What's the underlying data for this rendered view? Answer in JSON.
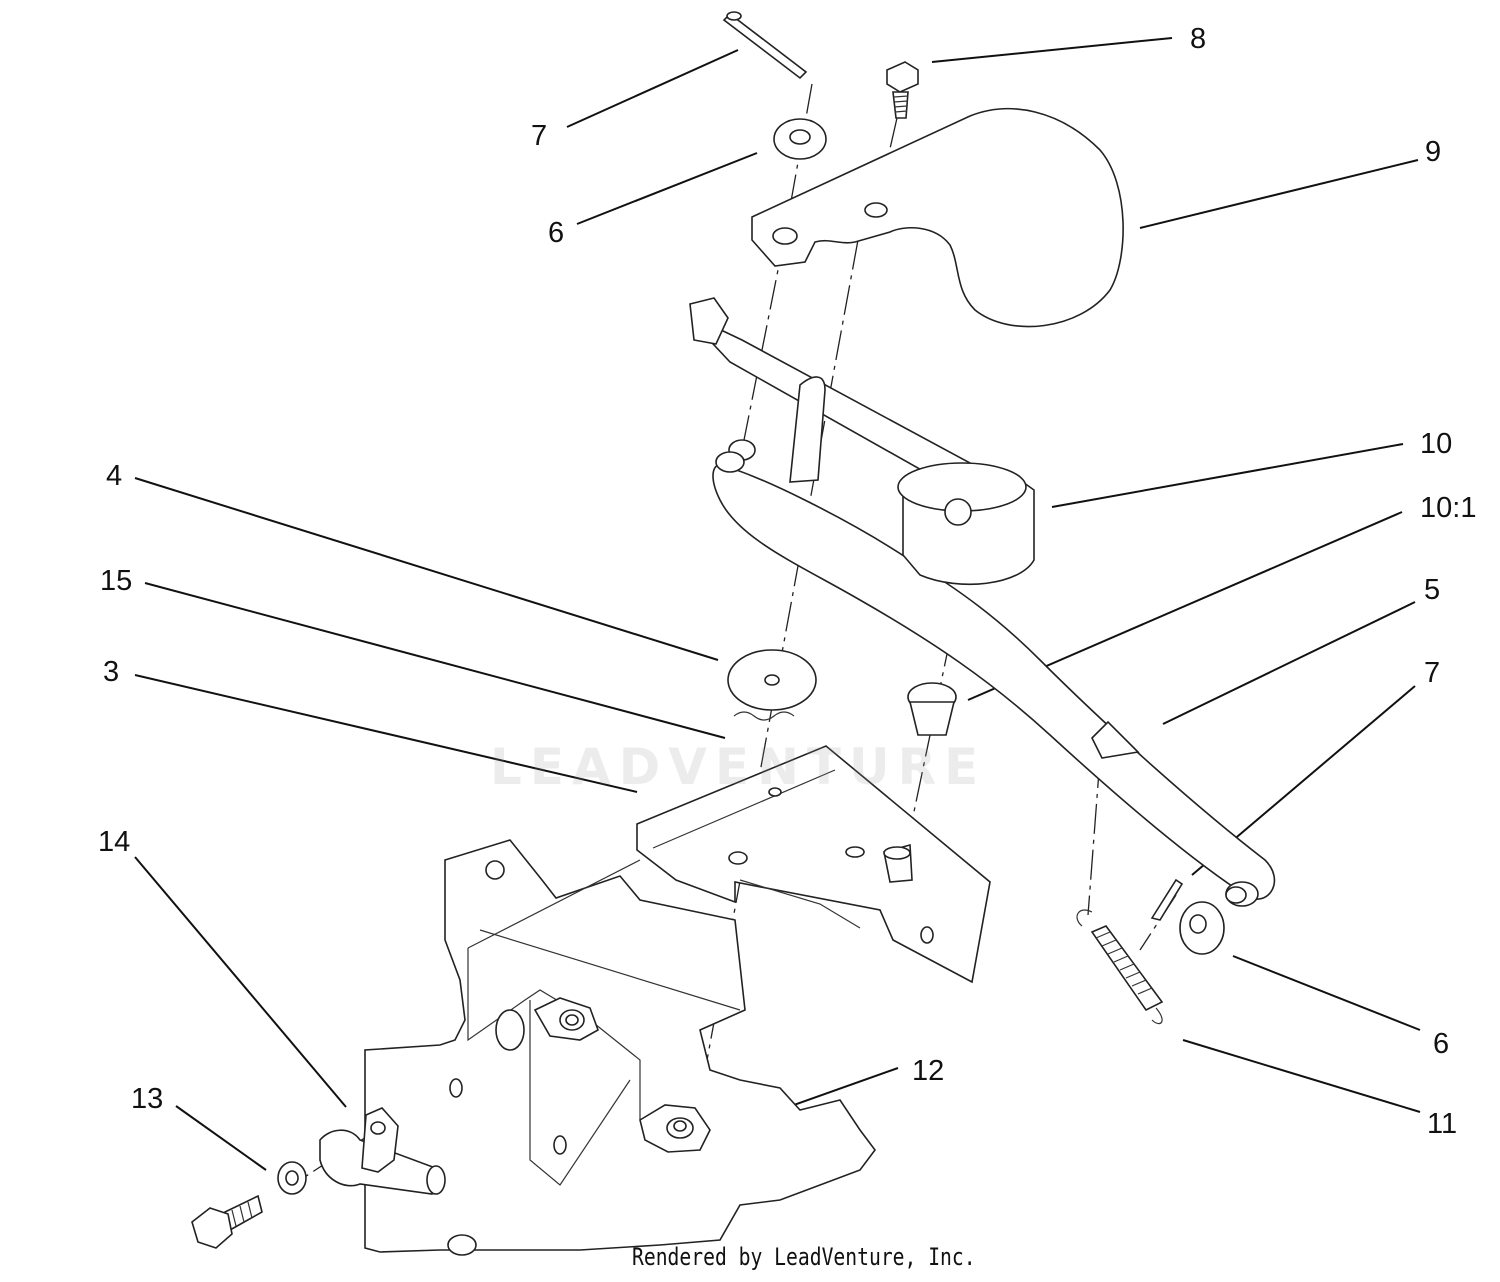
{
  "callouts": [
    {
      "id": "c8",
      "label": "8"
    },
    {
      "id": "c7a",
      "label": "7"
    },
    {
      "id": "c9",
      "label": "9"
    },
    {
      "id": "c6a",
      "label": "6"
    },
    {
      "id": "c10",
      "label": "10"
    },
    {
      "id": "c10_1",
      "label": "10:1"
    },
    {
      "id": "c4",
      "label": "4"
    },
    {
      "id": "c15",
      "label": "15"
    },
    {
      "id": "c5",
      "label": "5"
    },
    {
      "id": "c3",
      "label": "3"
    },
    {
      "id": "c7b",
      "label": "7"
    },
    {
      "id": "c14",
      "label": "14"
    },
    {
      "id": "c12",
      "label": "12"
    },
    {
      "id": "c6b",
      "label": "6"
    },
    {
      "id": "c13",
      "label": "13"
    },
    {
      "id": "c11",
      "label": "11"
    }
  ],
  "watermark": "LEADVENTURE",
  "footer": "Rendered by LeadVenture, Inc."
}
